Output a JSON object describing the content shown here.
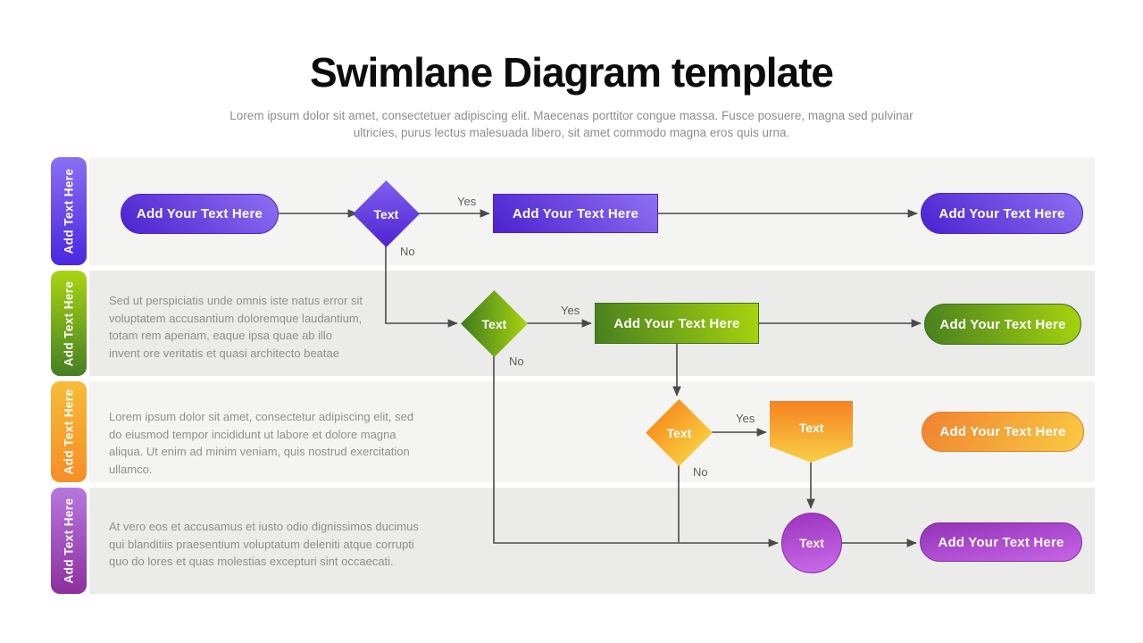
{
  "header": {
    "title": "Swimlane Diagram template",
    "subtitle": "Lorem ipsum dolor sit amet, consectetuer adipiscing elit. Maecenas porttitor congue massa. Fusce posuere, magna sed pulvinar ultricies, purus lectus malesuada libero, sit amet commodo magna eros quis urna."
  },
  "diagram": {
    "lanes": [
      {
        "label": "Add Text Here",
        "accent_top": "#8b6ff2",
        "accent_bottom": "#4a27e0",
        "paragraph": ""
      },
      {
        "label": "Add Text Here",
        "accent_top": "#a9d513",
        "accent_bottom": "#457f24",
        "paragraph": "Sed ut perspiciatis unde omnis iste natus error sit voluptatem accusantium doloremque laudantium, totam rem aperiam, eaque ipsa quae ab illo invent ore veritatis et quasi architecto beatae"
      },
      {
        "label": "Add Text Here",
        "accent_top": "#f6bc38",
        "accent_bottom": "#f78d27",
        "paragraph": "Lorem ipsum dolor sit amet, consectetur adipiscing elit, sed do eiusmod tempor incididunt ut labore et dolore magna aliqua. Ut enim ad minim veniam, quis nostrud exercitation ullamco."
      },
      {
        "label": "Add Text Here",
        "accent_top": "#b678dc",
        "accent_bottom": "#8d2f9e",
        "paragraph": "At vero eos et accusamus et iusto odio dignissimos ducimus qui blanditiis praesentium voluptatum deleniti atque corrupti quo do lores et quas molestias excepturi sint occaecati."
      }
    ],
    "nodes": {
      "lane1_start_pill": "Add Your Text Here",
      "lane1_decision": "Text",
      "lane1_process": "Add Your Text Here",
      "lane1_end_pill": "Add Your Text Here",
      "lane2_decision": "Text",
      "lane2_process": "Add Your Text Here",
      "lane2_end_pill": "Add Your Text Here",
      "lane3_decision": "Text",
      "lane3_process": "Text",
      "lane3_end_pill": "Add Your Text Here",
      "lane4_merge": "Text",
      "lane4_end_pill": "Add Your Text Here"
    },
    "edge_labels": {
      "yes": "Yes",
      "no": "No"
    },
    "line_color": "#4a4a4a"
  }
}
